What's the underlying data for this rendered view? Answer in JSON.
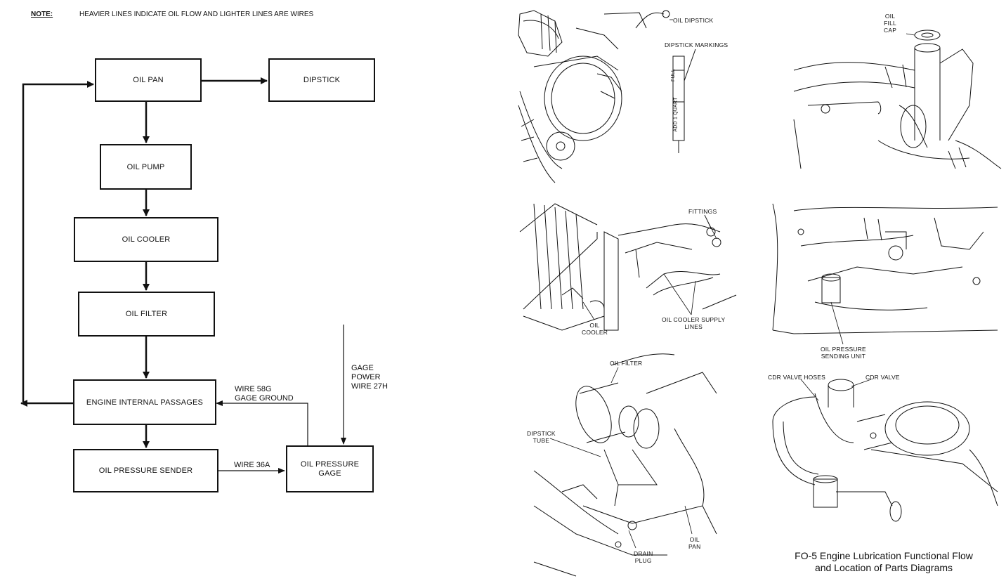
{
  "note": {
    "key": "NOTE:",
    "text": "HEAVIER LINES INDICATE OIL FLOW AND LIGHTER LINES ARE WIRES"
  },
  "flow": {
    "oil_pan": "OIL PAN",
    "dipstick": "DIPSTICK",
    "oil_pump": "OIL PUMP",
    "oil_cooler": "OIL COOLER",
    "oil_filter": "OIL FILTER",
    "engine_internal_passages": "ENGINE INTERNAL PASSAGES",
    "oil_pressure_sender": "OIL PRESSURE SENDER",
    "oil_pressure_gage_1": "OIL PRESSURE",
    "oil_pressure_gage_2": "GAGE"
  },
  "wires": {
    "wire_58g_1": "WIRE 58G",
    "wire_58g_2": "GAGE GROUND",
    "wire_36a": "WIRE 36A",
    "gage_power_1": "GAGE",
    "gage_power_2": "POWER",
    "gage_power_3": "WIRE 27H"
  },
  "parts": {
    "oil_dipstick": "OIL DIPSTICK",
    "dipstick_markings": "DIPSTICK MARKINGS",
    "full": "FULL",
    "add_1_quart": "ADD 1 QUART",
    "oil_fill_cap_1": "OIL",
    "oil_fill_cap_2": "FILL",
    "oil_fill_cap_3": "CAP",
    "fittings": "FITTINGS",
    "oil_cooler_1": "OIL",
    "oil_cooler_2": "COOLER",
    "oil_cooler_supply_1": "OIL COOLER SUPPLY",
    "oil_cooler_supply_2": "LINES",
    "oil_pressure_sending_1": "OIL PRESSURE",
    "oil_pressure_sending_2": "SENDING UNIT",
    "oil_filter": "OIL FILTER",
    "dipstick_tube_1": "DIPSTICK",
    "dipstick_tube_2": "TUBE",
    "oil_pan_1": "OIL",
    "oil_pan_2": "PAN",
    "drain_plug_1": "DRAIN",
    "drain_plug_2": "PLUG",
    "cdr_valve_hoses": "CDR VALVE HOSES",
    "cdr_valve": "CDR VALVE"
  },
  "caption": {
    "line1": "FO-5 Engine Lubrication Functional Flow",
    "line2": "and Location of Parts Diagrams"
  }
}
